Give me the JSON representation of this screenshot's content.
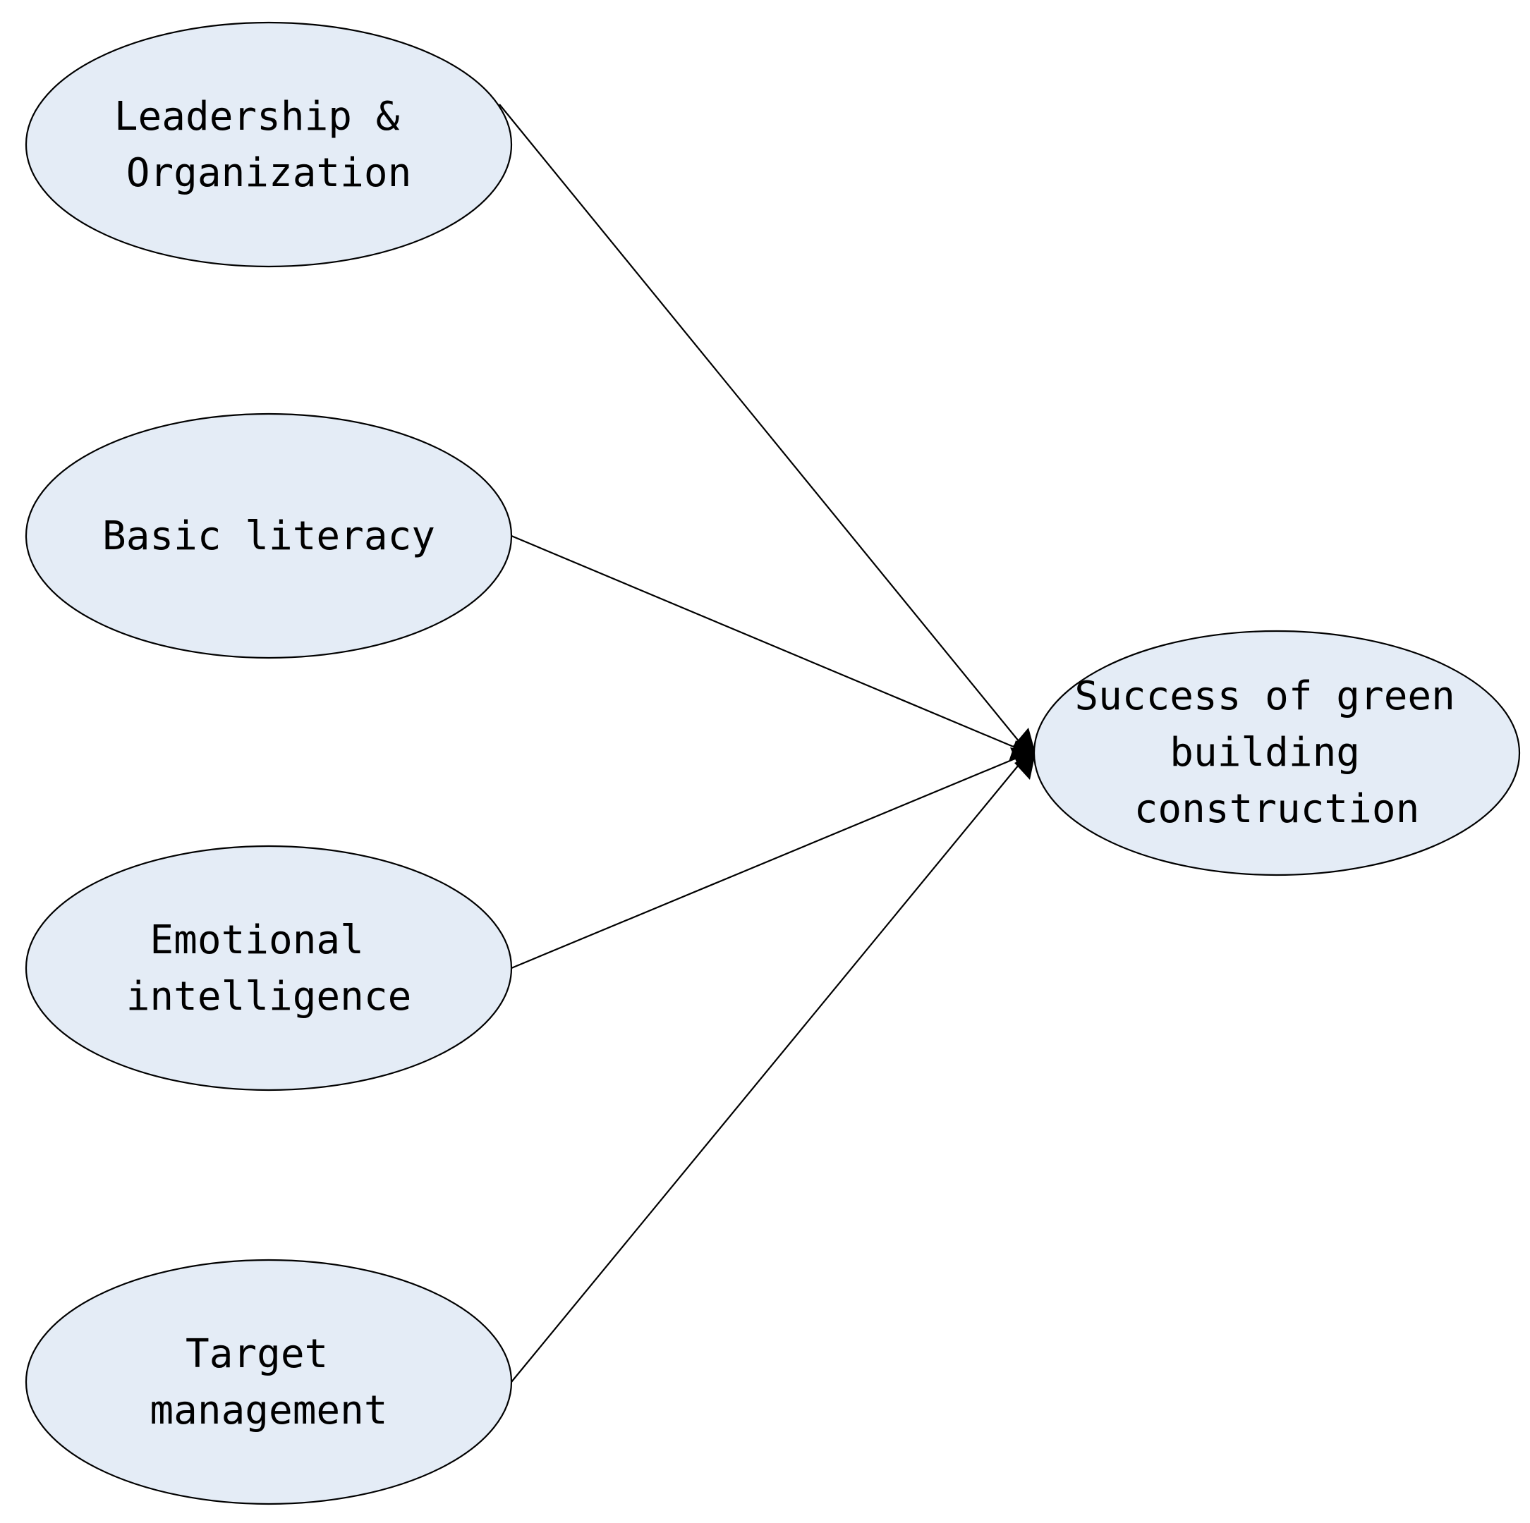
{
  "nodes": {
    "leadership": {
      "lines": [
        "Leadership &",
        "Organization"
      ]
    },
    "literacy": {
      "lines": [
        "Basic literacy"
      ]
    },
    "emotional": {
      "lines": [
        "Emotional",
        "intelligence"
      ]
    },
    "target": {
      "lines": [
        "Target",
        "management"
      ]
    },
    "success": {
      "lines": [
        "Success of green",
        "building",
        "construction"
      ]
    }
  },
  "colors": {
    "node_fill": "#e4ecf6",
    "stroke": "#000000"
  }
}
